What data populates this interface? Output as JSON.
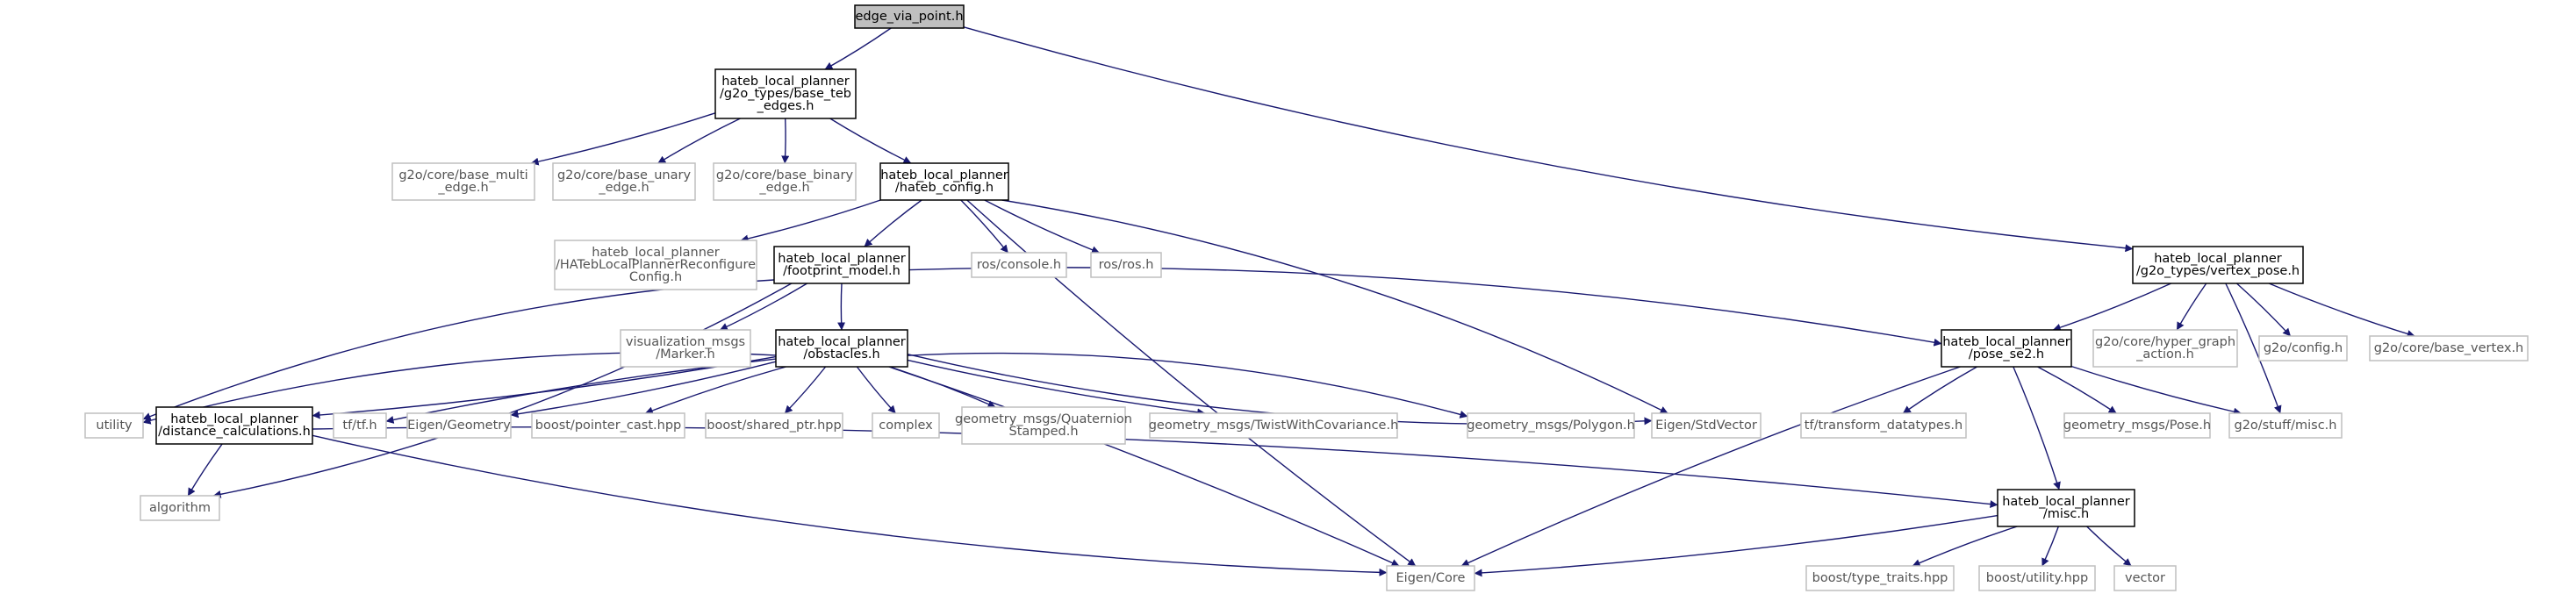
{
  "title": "edge_via_point.h",
  "colors": {
    "edge": "#191970",
    "root_fill": "#bfbfbf",
    "documented_stroke": "#000000",
    "external_stroke": "#bfbfbf",
    "external_text": "#555555",
    "background": "#ffffff"
  },
  "nodes": [
    {
      "id": "n_root",
      "lines": [
        "edge_via_point.h"
      ],
      "kind": "root"
    },
    {
      "id": "n_base_teb_edges",
      "lines": [
        "hateb_local_planner",
        "/g2o_types/base_teb",
        "_edges.h"
      ],
      "kind": "documented"
    },
    {
      "id": "n_base_multi_edge",
      "lines": [
        "g2o/core/base_multi",
        "_edge.h"
      ],
      "kind": "external"
    },
    {
      "id": "n_base_unary_edge",
      "lines": [
        "g2o/core/base_unary",
        "_edge.h"
      ],
      "kind": "external"
    },
    {
      "id": "n_base_binary_edge",
      "lines": [
        "g2o/core/base_binary",
        "_edge.h"
      ],
      "kind": "external"
    },
    {
      "id": "n_hateb_config",
      "lines": [
        "hateb_local_planner",
        "/hateb_config.h"
      ],
      "kind": "documented"
    },
    {
      "id": "n_reconfigure",
      "lines": [
        "hateb_local_planner",
        "/HATebLocalPlannerReconfigure",
        "Config.h"
      ],
      "kind": "external"
    },
    {
      "id": "n_footprint",
      "lines": [
        "hateb_local_planner",
        "/footprint_model.h"
      ],
      "kind": "documented"
    },
    {
      "id": "n_ros_console",
      "lines": [
        "ros/console.h"
      ],
      "kind": "external"
    },
    {
      "id": "n_ros_ros",
      "lines": [
        "ros/ros.h"
      ],
      "kind": "external"
    },
    {
      "id": "n_vertex_pose",
      "lines": [
        "hateb_local_planner",
        "/g2o_types/vertex_pose.h"
      ],
      "kind": "documented"
    },
    {
      "id": "n_vis_marker",
      "lines": [
        "visualization_msgs",
        "/Marker.h"
      ],
      "kind": "external"
    },
    {
      "id": "n_obstacles",
      "lines": [
        "hateb_local_planner",
        "/obstacles.h"
      ],
      "kind": "documented"
    },
    {
      "id": "n_pose_se2",
      "lines": [
        "hateb_local_planner",
        "/pose_se2.h"
      ],
      "kind": "documented"
    },
    {
      "id": "n_hyper_graph_action",
      "lines": [
        "g2o/core/hyper_graph",
        "_action.h"
      ],
      "kind": "external"
    },
    {
      "id": "n_g2o_config",
      "lines": [
        "g2o/config.h"
      ],
      "kind": "external"
    },
    {
      "id": "n_base_vertex",
      "lines": [
        "g2o/core/base_vertex.h"
      ],
      "kind": "external"
    },
    {
      "id": "n_utility",
      "lines": [
        "utility"
      ],
      "kind": "external"
    },
    {
      "id": "n_distance_calc",
      "lines": [
        "hateb_local_planner",
        "/distance_calculations.h"
      ],
      "kind": "documented"
    },
    {
      "id": "n_tf",
      "lines": [
        "tf/tf.h"
      ],
      "kind": "external"
    },
    {
      "id": "n_eigen_geometry",
      "lines": [
        "Eigen/Geometry"
      ],
      "kind": "external"
    },
    {
      "id": "n_pointer_cast",
      "lines": [
        "boost/pointer_cast.hpp"
      ],
      "kind": "external"
    },
    {
      "id": "n_shared_ptr",
      "lines": [
        "boost/shared_ptr.hpp"
      ],
      "kind": "external"
    },
    {
      "id": "n_complex",
      "lines": [
        "complex"
      ],
      "kind": "external"
    },
    {
      "id": "n_quat_stamped",
      "lines": [
        "geometry_msgs/Quaternion",
        "Stamped.h"
      ],
      "kind": "external"
    },
    {
      "id": "n_twist_cov",
      "lines": [
        "geometry_msgs/TwistWithCovariance.h"
      ],
      "kind": "external"
    },
    {
      "id": "n_polygon",
      "lines": [
        "geometry_msgs/Polygon.h"
      ],
      "kind": "external"
    },
    {
      "id": "n_stdvector",
      "lines": [
        "Eigen/StdVector"
      ],
      "kind": "external"
    },
    {
      "id": "n_tf_datatypes",
      "lines": [
        "tf/transform_datatypes.h"
      ],
      "kind": "external"
    },
    {
      "id": "n_geom_pose",
      "lines": [
        "geometry_msgs/Pose.h"
      ],
      "kind": "external"
    },
    {
      "id": "n_stuff_misc",
      "lines": [
        "g2o/stuff/misc.h"
      ],
      "kind": "external"
    },
    {
      "id": "n_algorithm",
      "lines": [
        "algorithm"
      ],
      "kind": "external"
    },
    {
      "id": "n_misc",
      "lines": [
        "hateb_local_planner",
        "/misc.h"
      ],
      "kind": "documented"
    },
    {
      "id": "n_eigen_core",
      "lines": [
        "Eigen/Core"
      ],
      "kind": "external"
    },
    {
      "id": "n_type_traits",
      "lines": [
        "boost/type_traits.hpp"
      ],
      "kind": "external"
    },
    {
      "id": "n_boost_utility",
      "lines": [
        "boost/utility.hpp"
      ],
      "kind": "external"
    },
    {
      "id": "n_vector",
      "lines": [
        "vector"
      ],
      "kind": "external"
    }
  ],
  "edges": [
    {
      "from": "n_root",
      "to": "n_base_teb_edges"
    },
    {
      "from": "n_root",
      "to": "n_vertex_pose"
    },
    {
      "from": "n_base_teb_edges",
      "to": "n_base_multi_edge"
    },
    {
      "from": "n_base_teb_edges",
      "to": "n_base_unary_edge"
    },
    {
      "from": "n_base_teb_edges",
      "to": "n_base_binary_edge"
    },
    {
      "from": "n_base_teb_edges",
      "to": "n_hateb_config"
    },
    {
      "from": "n_hateb_config",
      "to": "n_reconfigure"
    },
    {
      "from": "n_hateb_config",
      "to": "n_footprint"
    },
    {
      "from": "n_hateb_config",
      "to": "n_ros_console"
    },
    {
      "from": "n_hateb_config",
      "to": "n_ros_ros"
    },
    {
      "from": "n_hateb_config",
      "to": "n_stdvector"
    },
    {
      "from": "n_hateb_config",
      "to": "n_eigen_core"
    },
    {
      "from": "n_footprint",
      "to": "n_vis_marker"
    },
    {
      "from": "n_footprint",
      "to": "n_obstacles"
    },
    {
      "from": "n_footprint",
      "to": "n_pose_se2"
    },
    {
      "from": "n_footprint",
      "to": "n_utility"
    },
    {
      "from": "n_footprint",
      "to": "n_algorithm"
    },
    {
      "from": "n_obstacles",
      "to": "n_utility"
    },
    {
      "from": "n_obstacles",
      "to": "n_distance_calc"
    },
    {
      "from": "n_obstacles",
      "to": "n_tf"
    },
    {
      "from": "n_obstacles",
      "to": "n_eigen_geometry"
    },
    {
      "from": "n_obstacles",
      "to": "n_pointer_cast"
    },
    {
      "from": "n_obstacles",
      "to": "n_shared_ptr"
    },
    {
      "from": "n_obstacles",
      "to": "n_complex"
    },
    {
      "from": "n_obstacles",
      "to": "n_quat_stamped"
    },
    {
      "from": "n_obstacles",
      "to": "n_twist_cov"
    },
    {
      "from": "n_obstacles",
      "to": "n_polygon"
    },
    {
      "from": "n_obstacles",
      "to": "n_stdvector"
    },
    {
      "from": "n_obstacles",
      "to": "n_eigen_core"
    },
    {
      "from": "n_distance_calc",
      "to": "n_algorithm"
    },
    {
      "from": "n_distance_calc",
      "to": "n_misc"
    },
    {
      "from": "n_distance_calc",
      "to": "n_eigen_core"
    },
    {
      "from": "n_vertex_pose",
      "to": "n_pose_se2"
    },
    {
      "from": "n_vertex_pose",
      "to": "n_hyper_graph_action"
    },
    {
      "from": "n_vertex_pose",
      "to": "n_g2o_config"
    },
    {
      "from": "n_vertex_pose",
      "to": "n_base_vertex"
    },
    {
      "from": "n_vertex_pose",
      "to": "n_stuff_misc"
    },
    {
      "from": "n_pose_se2",
      "to": "n_tf_datatypes"
    },
    {
      "from": "n_pose_se2",
      "to": "n_geom_pose"
    },
    {
      "from": "n_pose_se2",
      "to": "n_stuff_misc"
    },
    {
      "from": "n_pose_se2",
      "to": "n_misc"
    },
    {
      "from": "n_pose_se2",
      "to": "n_eigen_core"
    },
    {
      "from": "n_misc",
      "to": "n_eigen_core"
    },
    {
      "from": "n_misc",
      "to": "n_type_traits"
    },
    {
      "from": "n_misc",
      "to": "n_boost_utility"
    },
    {
      "from": "n_misc",
      "to": "n_vector"
    }
  ]
}
